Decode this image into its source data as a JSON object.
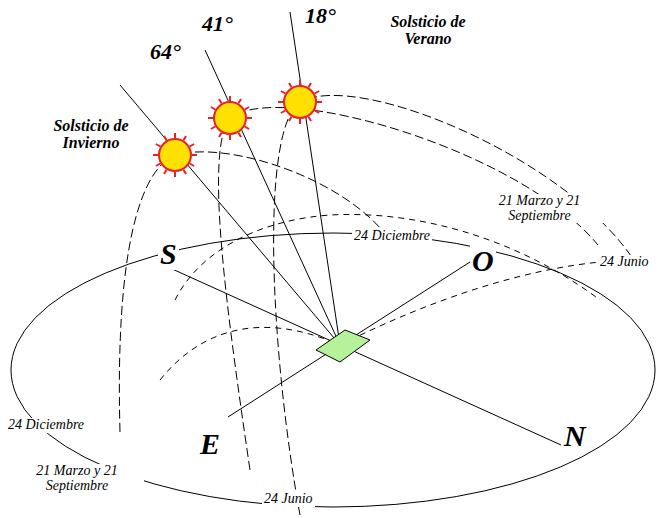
{
  "diagram": {
    "labels": [
      "64°",
      "41°",
      "18°",
      "Solsticio de Verano",
      "Solsticio de Invierno",
      "21 Marzo y 21 Septiembre",
      "24 Diciembre",
      "24 Junio",
      "S",
      "O",
      "24 Diciembre",
      "E",
      "N",
      "21 Marzo y 21 Septiembre",
      "24 Junio"
    ]
  }
}
